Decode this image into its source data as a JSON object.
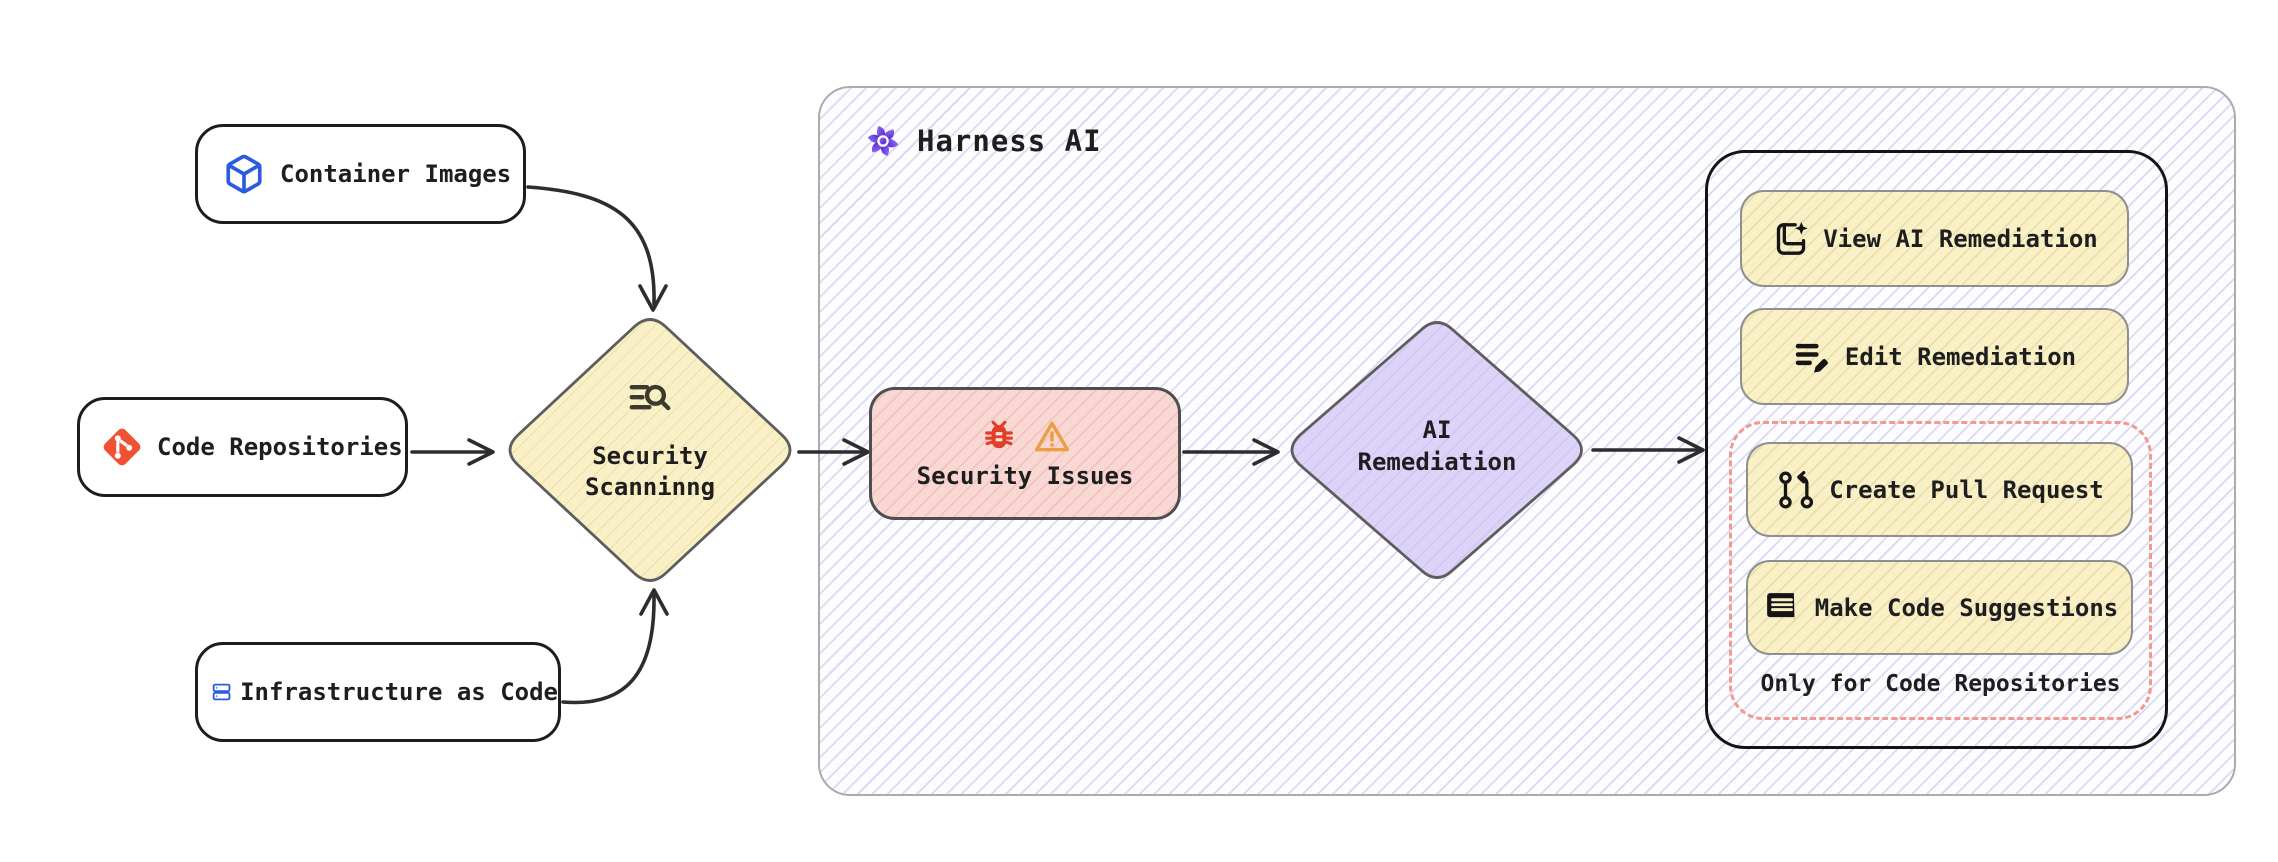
{
  "diagram": {
    "sources": [
      {
        "label": "Container Images"
      },
      {
        "label": "Code Repositories"
      },
      {
        "label": "Infrastructure as Code"
      }
    ],
    "security_scanning": {
      "line1": "Security",
      "line2": "Scanninng"
    },
    "security_issues": {
      "label": "Security Issues"
    },
    "ai_remediation": {
      "line1": "AI",
      "line2": "Remediation"
    },
    "panel": {
      "title": "Harness AI",
      "buttons": [
        {
          "label": "View AI Remediation"
        },
        {
          "label": "Edit Remediation"
        },
        {
          "label": "Create Pull Request"
        },
        {
          "label": "Make Code Suggestions"
        }
      ],
      "note": "Only for Code Repositories"
    },
    "colors": {
      "node_yellow": "#f9f0c6",
      "node_pink": "#f9d8d4",
      "node_purple": "#ddd2f7",
      "hatch_lavender": "#a0a0de",
      "harness_purple": "#6d3df0",
      "git_red": "#f05133",
      "bug_red": "#e23d28",
      "warning_orange": "#eb9e47",
      "icon_blue": "#2b5ce0",
      "dashed_coral": "#f29a90",
      "arrow_dark": "#2d2d2d"
    }
  }
}
